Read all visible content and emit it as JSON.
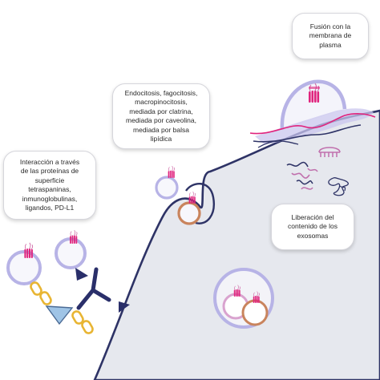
{
  "callouts": {
    "fusion": "Fusión con la\nmembrana de\nplasma",
    "endocytosis": "Endocitosis, fagocitosis,\nmacropinocitosis,\nmediada por clatrina,\nmediada por caveolina,\nmediada por balsa\nlipídica",
    "interaction": "Interacción a través\nde las proteínas de\nsuperficie\ntetraspaninas,\ninmunoglobulinas,\nligandos, PD-L1",
    "release": "Liberación del\ncontenido de los\nexosomas"
  },
  "colors": {
    "cell_fill": "#e6e8ee",
    "membrane": "#2e3366",
    "vesicle_lavender": "#b7b3e6",
    "vesicle_pink": "#d9a3cf",
    "vesicle_orange": "#c9845d",
    "protein_magenta": "#e0237d",
    "receptor_navy": "#2a2f6a",
    "ligand_yellow": "#e8b533",
    "ligand_blue": "#9fc4e6",
    "rna_pink": "#c070ad",
    "dna_navy": "#2e3366"
  }
}
